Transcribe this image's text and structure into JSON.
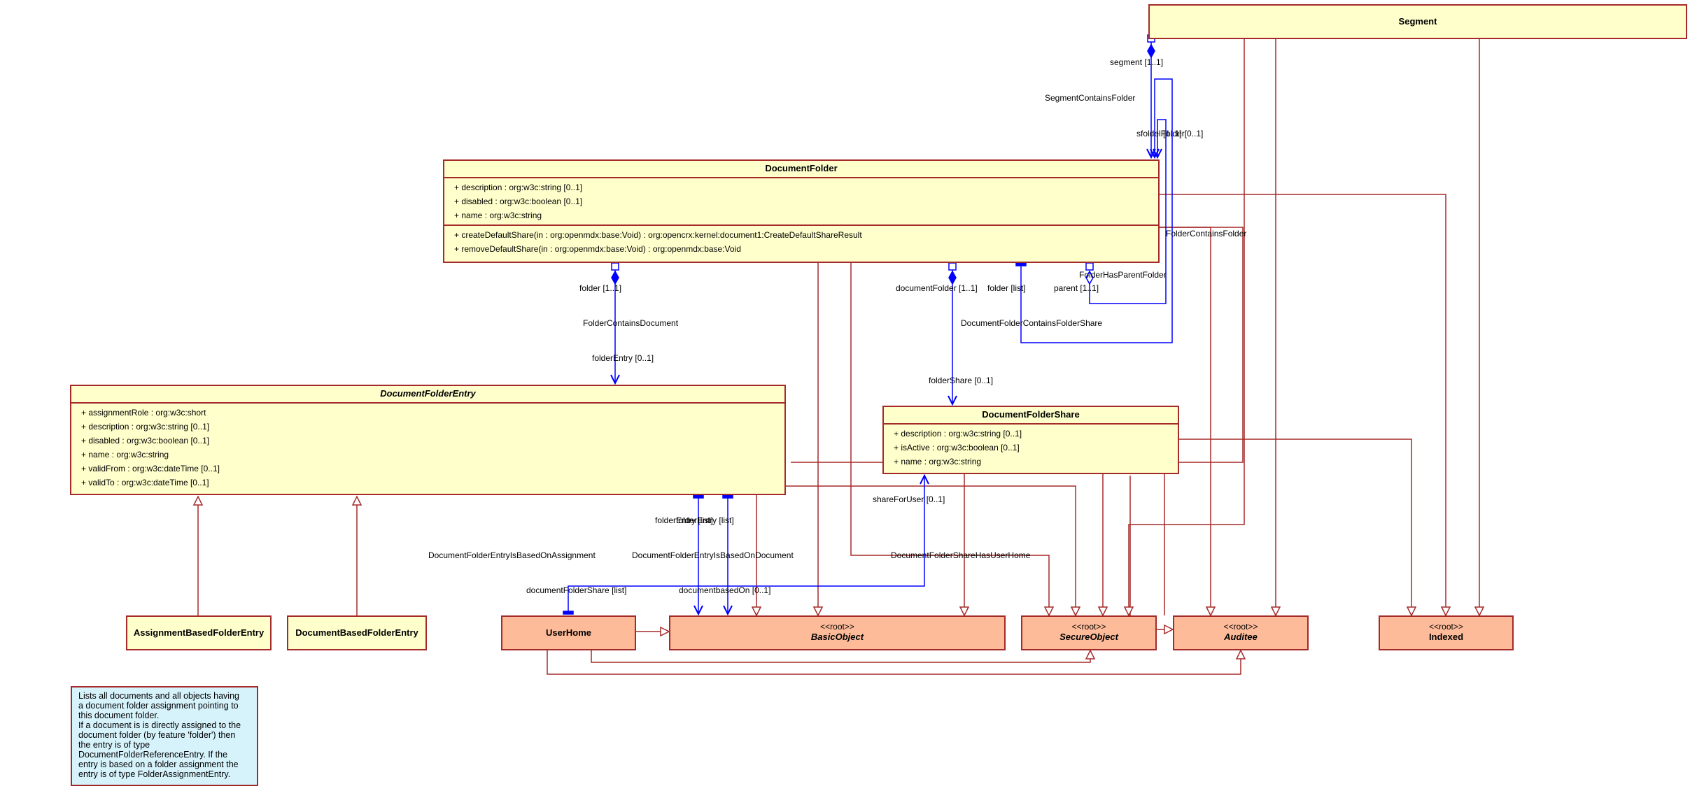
{
  "classes": {
    "segment": {
      "name": "Segment"
    },
    "document_folder": {
      "name": "DocumentFolder",
      "attributes": [
        "+ description : org:w3c:string [0..1]",
        "+ disabled : org:w3c:boolean [0..1]",
        "+ name : org:w3c:string"
      ],
      "operations": [
        "+ createDefaultShare(in : org:openmdx:base:Void) : org:opencrx:kernel:document1:CreateDefaultShareResult",
        "+ removeDefaultShare(in : org:openmdx:base:Void) : org:openmdx:base:Void"
      ]
    },
    "document_folder_entry": {
      "name": "DocumentFolderEntry",
      "attributes": [
        "+ assignmentRole : org:w3c:short",
        "+ description : org:w3c:string [0..1]",
        "+ disabled : org:w3c:boolean [0..1]",
        "+ name : org:w3c:string",
        "+ validFrom : org:w3c:dateTime [0..1]",
        "+ validTo : org:w3c:dateTime [0..1]"
      ]
    },
    "document_folder_share": {
      "name": "DocumentFolderShare",
      "attributes": [
        "+ description : org:w3c:string [0..1]",
        "+ isActive : org:w3c:boolean [0..1]",
        "+ name : org:w3c:string"
      ]
    },
    "assignment_based_folder_entry": {
      "name": "AssignmentBasedFolderEntry"
    },
    "document_based_folder_entry": {
      "name": "DocumentBasedFolderEntry"
    },
    "user_home": {
      "name": "UserHome"
    },
    "basic_object": {
      "stereotype": "<<root>>",
      "name": "BasicObject"
    },
    "secure_object": {
      "stereotype": "<<root>>",
      "name": "SecureObject"
    },
    "auditee": {
      "stereotype": "<<root>>",
      "name": "Auditee"
    },
    "indexed": {
      "stereotype": "<<root>>",
      "name": "Indexed"
    }
  },
  "labels": {
    "segment_role": "segment [1..1]",
    "segment_contains_folder": "SegmentContainsFolder",
    "overlapping_roles": "sfoldelFolder[0..1]",
    "folder_contains_folder": "FolderContainsFolder",
    "folder_has_parent_folder": "FolderHasParentFolder",
    "parent_role": "parent [1..1]",
    "folder_role": "folder [1..1]",
    "folder_contains_document": "FolderContainsDocument",
    "folder_entry_role": "folderEntry [0..1]",
    "document_folder_role": "documentFolder [1..1]",
    "folder_list_role": "folder [list]",
    "document_folder_contains_folder_share": "DocumentFolderContainsFolderShare",
    "folder_share_role": "folderShare [0..1]",
    "share_for_user_role": "shareForUser [0..1]",
    "folder_entry_list_roles": "folderEntry [list]",
    "is_based_on_assignment": "DocumentFolderEntryIsBasedOnAssignment",
    "is_based_on_document": "DocumentFolderEntryIsBasedOnDocument",
    "share_has_user_home": "DocumentFolderShareHasUserHome",
    "document_folder_share_list_role": "documentFolderShare [list]",
    "based_on_roles": "documentbasedOn [0..1]"
  },
  "note": {
    "text": "Lists all documents and all objects having\na document folder assignment pointing to\nthis document folder.\nIf a document is is directly assigned to the\ndocument folder (by feature 'folder') then\nthe entry is of type\nDocumentFolderReferenceEntry. If the\nentry is based on a folder assignment the\nentry is of type FolderAssignmentEntry."
  },
  "colors": {
    "class_fill": "#ffffcc",
    "root_fill": "#fdbb99",
    "note_fill": "#d6f2fb",
    "border": "#a52a2a",
    "association": "#0000ff",
    "generalization": "#a52a2a"
  }
}
